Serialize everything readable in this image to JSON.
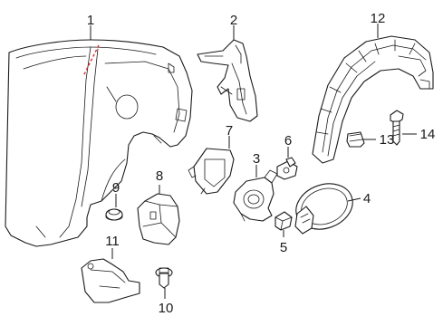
{
  "callouts": {
    "c1": "1",
    "c2": "2",
    "c3": "3",
    "c4": "4",
    "c5": "5",
    "c6": "6",
    "c7": "7",
    "c8": "8",
    "c9": "9",
    "c10": "10",
    "c11": "11",
    "c12": "12",
    "c13": "13",
    "c14": "14"
  },
  "colors": {
    "line": "#1a1a1a",
    "cut_line": "#e0282a",
    "background": "#ffffff"
  }
}
